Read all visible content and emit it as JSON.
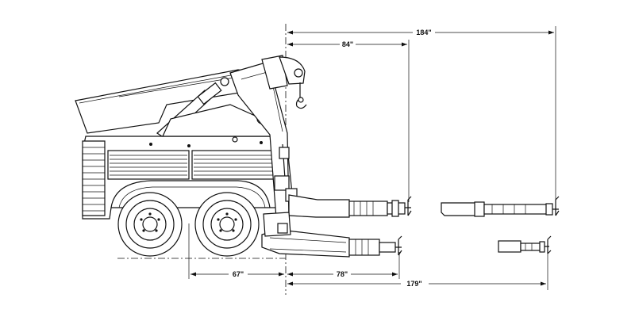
{
  "dimensions": {
    "top_overall": "184\"",
    "top_boom": "84\"",
    "bottom_rear": "67\"",
    "bottom_lower_boom": "78\"",
    "bottom_overall": "179\""
  }
}
